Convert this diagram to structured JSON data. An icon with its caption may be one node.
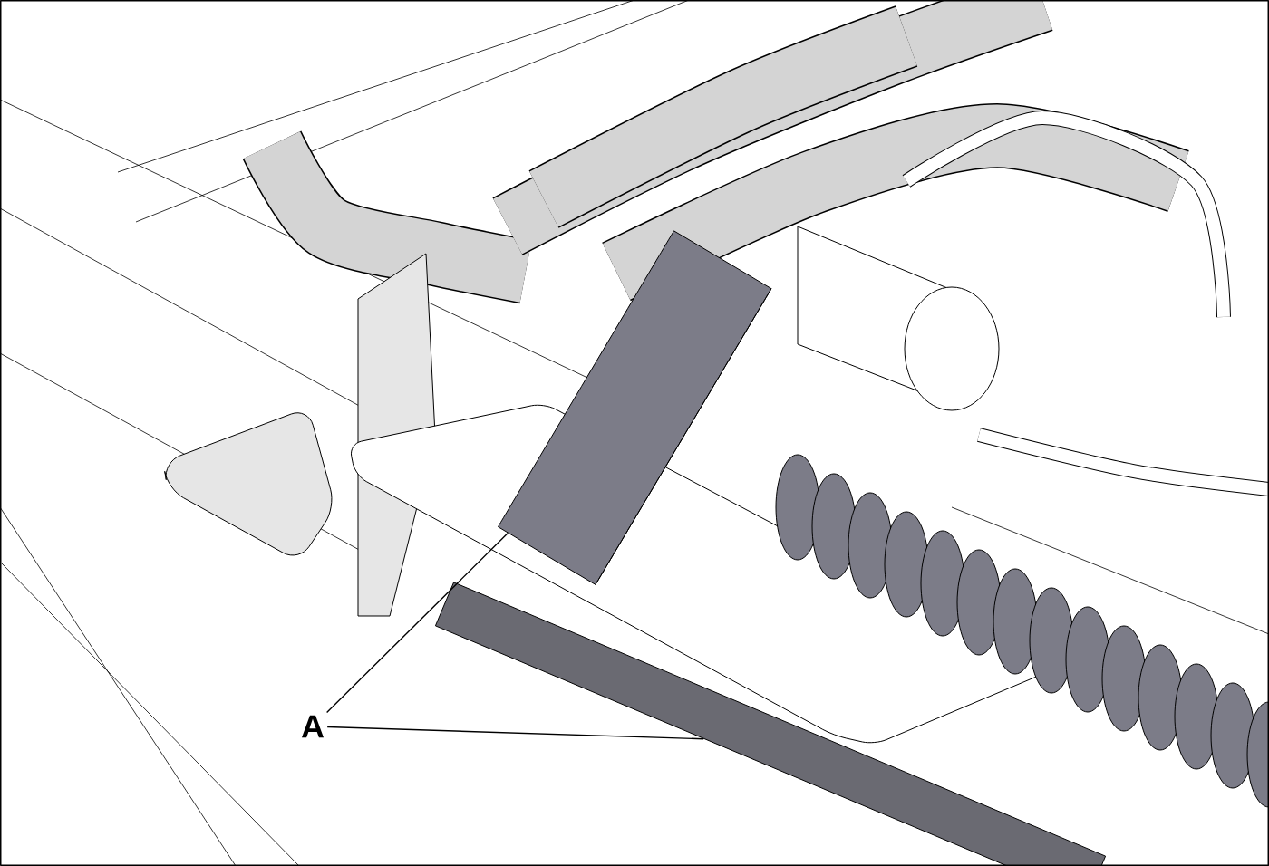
{
  "diagram": {
    "nodes": [
      {
        "text": [
          "A"
        ]
      },
      {
        "text": [],
        "shape": "cylinder"
      },
      {
        "text": [],
        "shape": "bar"
      }
    ],
    "edges": [
      {
        "from": 0,
        "to": 1,
        "arrow": "none"
      },
      {
        "from": 0,
        "to": 2,
        "arrow": "none"
      }
    ]
  }
}
